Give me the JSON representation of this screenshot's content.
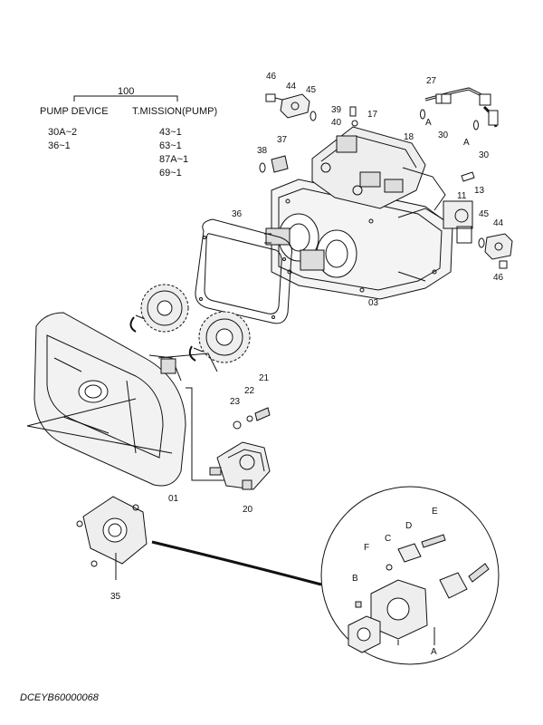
{
  "table": {
    "group": "100",
    "col1_header": "PUMP DEVICE",
    "col2_header": "T.MISSION(PUMP)",
    "col1_rows": [
      "30A~2",
      "36~1"
    ],
    "col2_rows": [
      "43~1",
      "63~1",
      "87A~1",
      "69~1"
    ]
  },
  "callouts": {
    "c46a": "46",
    "c44a": "44",
    "c45a": "45",
    "c39": "39",
    "c40": "40",
    "c17": "17",
    "c27": "27",
    "cAa": "A",
    "c30a": "30",
    "cAb": "A",
    "c30b": "30",
    "c38": "38",
    "c37": "37",
    "c18": "18",
    "c11": "11",
    "c13": "13",
    "c36": "36",
    "c45b": "45",
    "c44b": "44",
    "c46b": "46",
    "c03": "03",
    "c21": "21",
    "c22": "22",
    "c23": "23",
    "c01": "01",
    "c20": "20",
    "c35": "35"
  },
  "detail": {
    "E": "E",
    "D": "D",
    "C": "C",
    "F": "F",
    "B": "B",
    "A": "A"
  },
  "drawing_code": "DCEYB60000068"
}
